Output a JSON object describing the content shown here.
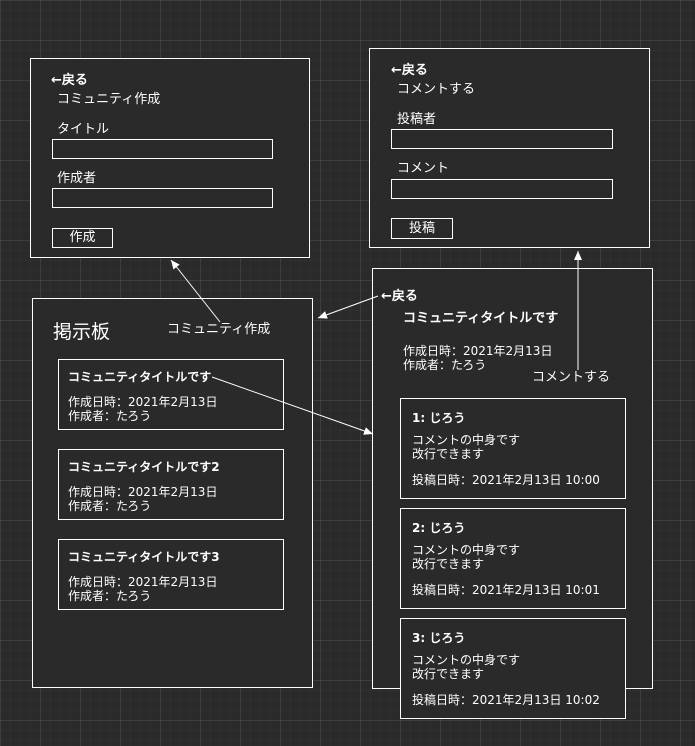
{
  "create_screen": {
    "back": "←戻る",
    "title": "コミュニティ作成",
    "title_label": "タイトル",
    "author_label": "作成者",
    "submit": "作成"
  },
  "comment_screen": {
    "back": "←戻る",
    "title": "コメントする",
    "poster_label": "投稿者",
    "comment_label": "コメント",
    "submit": "投稿"
  },
  "board_screen": {
    "title": "掲示板",
    "cards": [
      {
        "title": "コミュニティタイトルです",
        "date": "作成日時：2021年2月13日",
        "author": "作成者：たろう"
      },
      {
        "title": "コミュニティタイトルです2",
        "date": "作成日時：2021年2月13日",
        "author": "作成者：たろう"
      },
      {
        "title": "コミュニティタイトルです3",
        "date": "作成日時：2021年2月13日",
        "author": "作成者：たろう"
      }
    ]
  },
  "detail_screen": {
    "back": "←戻る",
    "title": "コミュニティタイトルです",
    "date": "作成日時：2021年2月13日",
    "author": "作成者：たろう",
    "comments": [
      {
        "header": "1: じろう",
        "body1": "コメントの中身です",
        "body2": "改行できます",
        "posted": "投稿日時：2021年2月13日 10:00"
      },
      {
        "header": "2: じろう",
        "body1": "コメントの中身です",
        "body2": "改行できます",
        "posted": "投稿日時：2021年2月13日 10:01"
      },
      {
        "header": "3: じろう",
        "body1": "コメントの中身です",
        "body2": "改行できます",
        "posted": "投稿日時：2021年2月13日 10:02"
      }
    ]
  },
  "annotations": {
    "create_community": "コミュニティ作成",
    "comment_action": "コメントする"
  }
}
